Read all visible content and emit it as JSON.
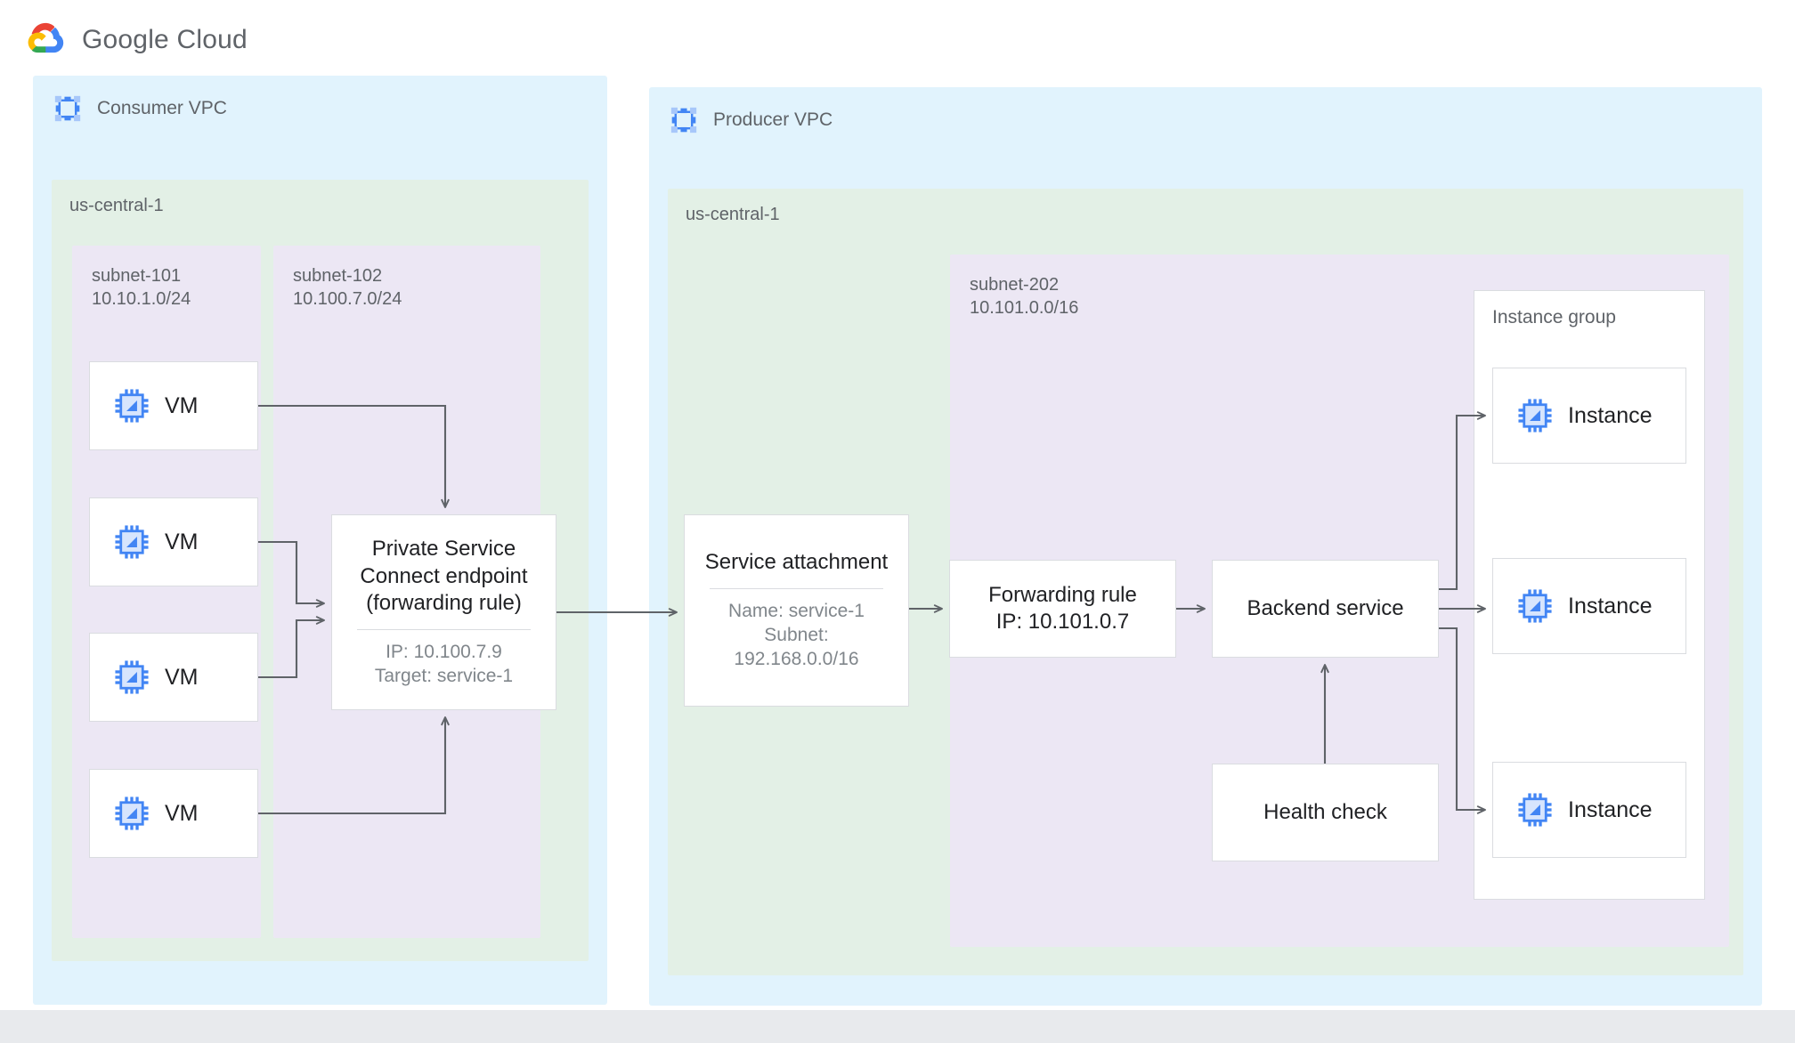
{
  "brand": {
    "name": "Google Cloud",
    "logo_icon": "google-cloud-logo",
    "logo_colors": [
      "#ea4335",
      "#fbbc04",
      "#34a853",
      "#4285f4"
    ]
  },
  "colors": {
    "page_background": "#e8eaed",
    "canvas": "#ffffff",
    "vpc_fill": "#e1f3fd",
    "region_fill": "#e3f0e6",
    "subnet_fill": "#ece7f4",
    "node_fill": "#ffffff",
    "node_border": "#dadce0",
    "connector": "#5f6368",
    "text_primary": "#202124",
    "text_secondary": "#5f6368",
    "text_muted": "#80868b",
    "icon_blue": "#4285f4"
  },
  "consumer_vpc": {
    "title": "Consumer VPC",
    "icon": "vpc-icon",
    "region": {
      "label": "us-central-1",
      "subnets": [
        {
          "name": "subnet-101",
          "cidr": "10.10.1.0/24",
          "vms": [
            {
              "label": "VM",
              "icon": "vm-chip-icon"
            },
            {
              "label": "VM",
              "icon": "vm-chip-icon"
            },
            {
              "label": "VM",
              "icon": "vm-chip-icon"
            },
            {
              "label": "VM",
              "icon": "vm-chip-icon"
            }
          ]
        },
        {
          "name": "subnet-102",
          "cidr": "10.100.7.0/24",
          "endpoint": {
            "title": "Private Service\nConnect endpoint\n(forwarding rule)",
            "details": "IP: 10.100.7.9\nTarget: service-1"
          }
        }
      ]
    }
  },
  "producer_vpc": {
    "title": "Producer VPC",
    "icon": "vpc-icon",
    "region": {
      "label": "us-central-1",
      "service_attachment": {
        "title": "Service attachment",
        "details": "Name: service-1\nSubnet:\n192.168.0.0/16"
      },
      "subnet": {
        "name": "subnet-202",
        "cidr": "10.101.0.0/16",
        "forwarding_rule": {
          "title": "Forwarding rule\nIP: 10.101.0.7"
        },
        "backend_service": {
          "title": "Backend service"
        },
        "health_check": {
          "title": "Health check"
        },
        "instance_group": {
          "label": "Instance group",
          "instances": [
            {
              "label": "Instance",
              "icon": "vm-chip-icon"
            },
            {
              "label": "Instance",
              "icon": "vm-chip-icon"
            },
            {
              "label": "Instance",
              "icon": "vm-chip-icon"
            }
          ]
        }
      }
    }
  },
  "connections": [
    {
      "from": "vm-1",
      "to": "psc-endpoint",
      "style": "elbow-top"
    },
    {
      "from": "vm-2",
      "to": "psc-endpoint",
      "style": "elbow"
    },
    {
      "from": "vm-3",
      "to": "psc-endpoint",
      "style": "elbow"
    },
    {
      "from": "vm-4",
      "to": "psc-endpoint",
      "style": "elbow-bottom"
    },
    {
      "from": "psc-endpoint",
      "to": "service-attachment",
      "style": "straight"
    },
    {
      "from": "service-attachment",
      "to": "forwarding-rule",
      "style": "straight"
    },
    {
      "from": "forwarding-rule",
      "to": "backend-service",
      "style": "straight"
    },
    {
      "from": "health-check",
      "to": "backend-service",
      "style": "straight-up"
    },
    {
      "from": "backend-service",
      "to": "instance-1",
      "style": "elbow-up"
    },
    {
      "from": "backend-service",
      "to": "instance-2",
      "style": "straight"
    },
    {
      "from": "backend-service",
      "to": "instance-3",
      "style": "elbow-down"
    }
  ]
}
